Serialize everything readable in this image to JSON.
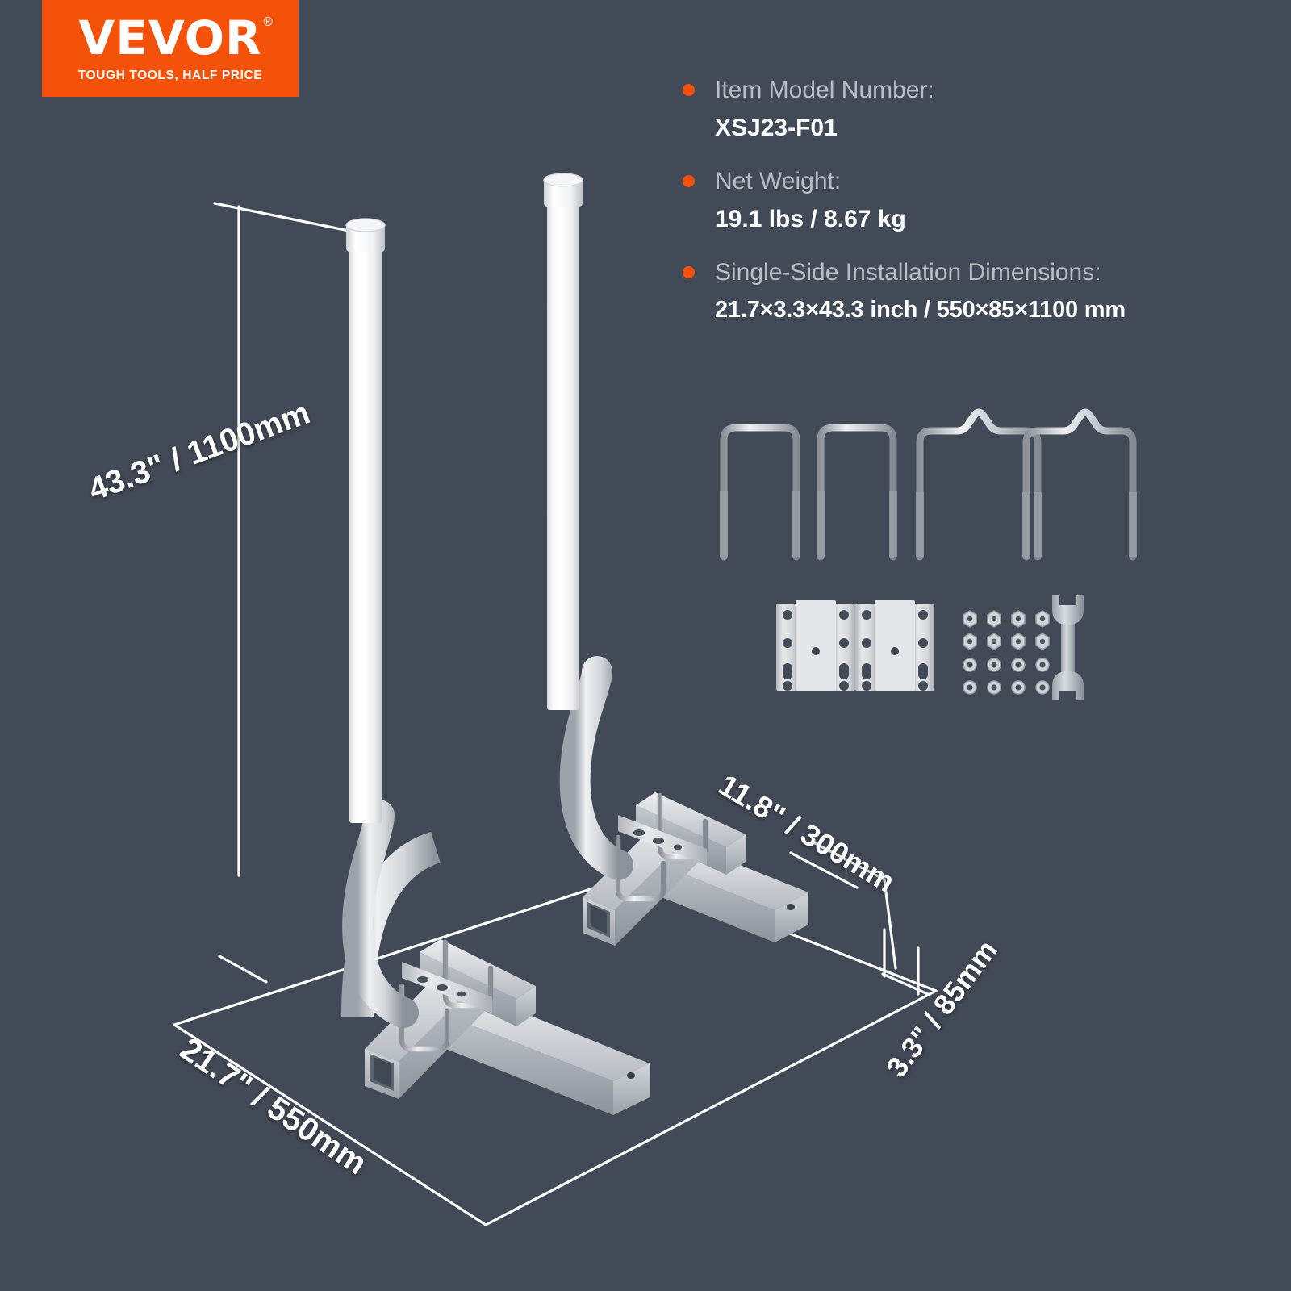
{
  "background_color": "#434a57",
  "accent_color": "#F4510A",
  "brand": {
    "wordmark": "VEVOR",
    "registered_mark": "®",
    "tagline": "TOUGH TOOLS, HALF PRICE"
  },
  "specs": [
    {
      "label": "Item Model Number:",
      "value": "XSJ23-F01"
    },
    {
      "label": "Net Weight:",
      "value": "19.1 lbs / 8.67 kg"
    },
    {
      "label": "Single-Side Installation Dimensions:",
      "value": "21.7×3.3×43.3 inch / 550×85×1100 mm"
    }
  ],
  "dimensions": {
    "height": "43.3\" / 1100mm",
    "width": "21.7\" / 550mm",
    "depth": "11.8\" / 300mm",
    "thickness": "3.3\" / 85mm"
  },
  "accessories": {
    "u_bolt_square_count": 2,
    "u_bolt_saddle_count": 2,
    "mounting_plate_count": 2,
    "nut_count": 8,
    "washer_count": 8,
    "wrench_count": 1
  },
  "product": {
    "pole_color": "#ffffff",
    "frame_color": "#c9cdd2",
    "pole_count": 2
  }
}
